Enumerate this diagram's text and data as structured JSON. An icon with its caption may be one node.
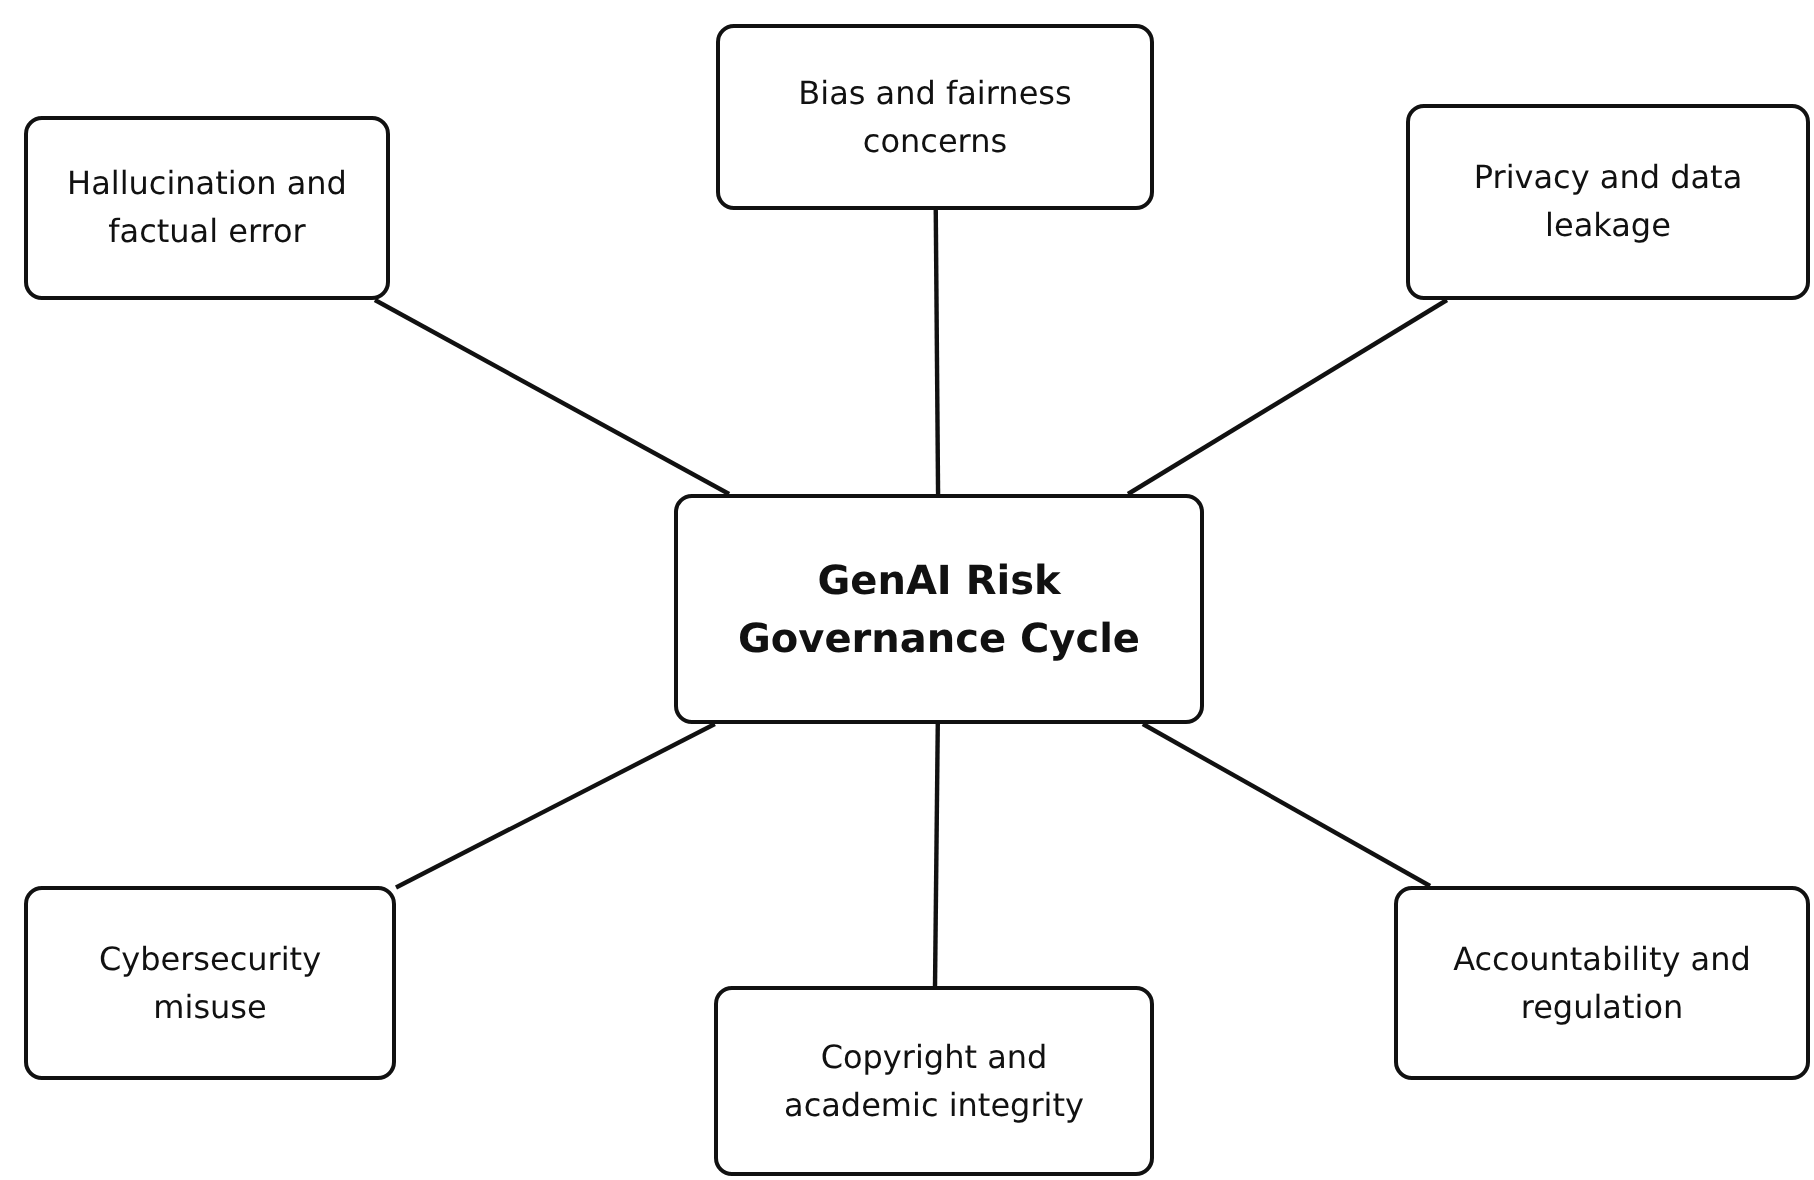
{
  "diagram": {
    "nodes": [
      {
        "text": [
          "Hallucination and factual error"
        ]
      },
      {
        "text": [
          "Bias and fairness concerns"
        ]
      },
      {
        "text": [
          "Privacy and data leakage"
        ]
      },
      {
        "text": [
          "GenAI Risk Governance Cycle"
        ]
      },
      {
        "text": [
          "Cybersecurity misuse"
        ]
      },
      {
        "text": [
          "Copyright and academic integrity"
        ]
      },
      {
        "text": [
          "Accountability and regulation"
        ]
      }
    ],
    "edges": [
      {
        "from": 3,
        "to": 0,
        "arrow": "none"
      },
      {
        "from": 3,
        "to": 1,
        "arrow": "none"
      },
      {
        "from": 3,
        "to": 2,
        "arrow": "none"
      },
      {
        "from": 3,
        "to": 4,
        "arrow": "none"
      },
      {
        "from": 3,
        "to": 5,
        "arrow": "none"
      },
      {
        "from": 3,
        "to": 6,
        "arrow": "none"
      }
    ]
  }
}
